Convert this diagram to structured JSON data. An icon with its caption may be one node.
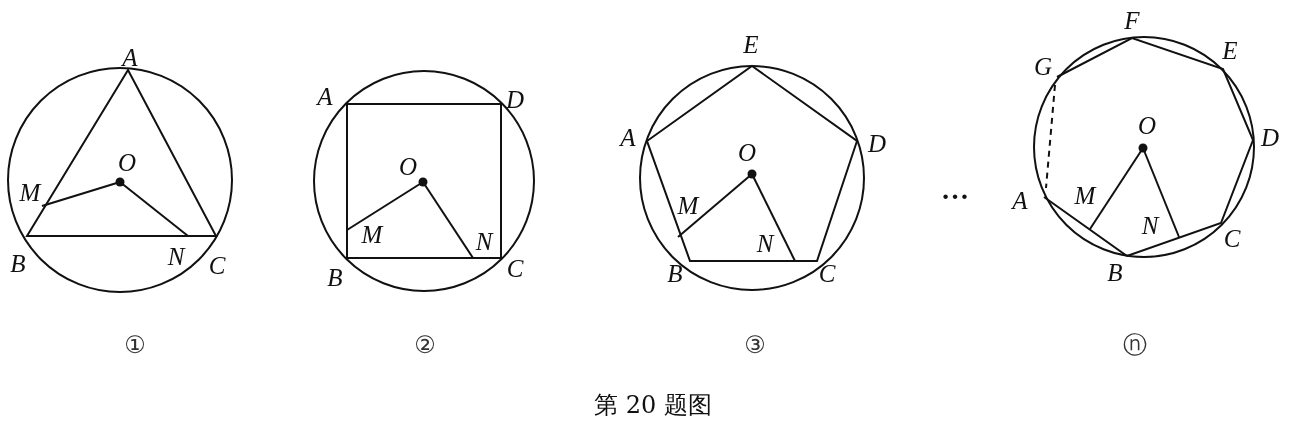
{
  "diagram": {
    "caption": "第 20 题图",
    "labels": [
      "A",
      "O",
      "M",
      "B",
      "N",
      "C",
      "①",
      "A",
      "D",
      "O",
      "M",
      "N",
      "B",
      "C",
      "②",
      "E",
      "A",
      "O",
      "D",
      "M",
      "N",
      "B",
      "C",
      "③",
      "…",
      "F",
      "G",
      "E",
      "O",
      "D",
      "A",
      "M",
      "N",
      "C",
      "B",
      "ⓝ"
    ]
  }
}
